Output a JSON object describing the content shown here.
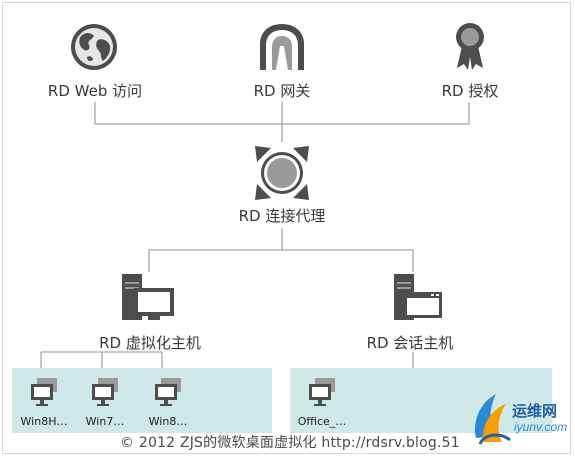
{
  "nodes": {
    "web_access": "RD Web 访问",
    "gateway": "RD 网关",
    "licensing": "RD 授权",
    "broker": "RD 连接代理",
    "virt_host": "RD 虚拟化主机",
    "session_host": "RD 会话主机"
  },
  "virt_vms": [
    "Win8H…",
    "Win7…",
    "Win8…"
  ],
  "session_vms": [
    "Office_…"
  ],
  "footer": "© 2012 ZJS的微软桌面虚拟化 http://rdsrv.blog.51",
  "watermark": {
    "title": "运维网",
    "url": "iyunv.com"
  },
  "colors": {
    "line": "#a6a6a6",
    "icon_dark": "#4d4d4d",
    "icon_gray": "#9a9a9a",
    "panel": "#cfe8e8",
    "text": "#3a3a3a"
  }
}
